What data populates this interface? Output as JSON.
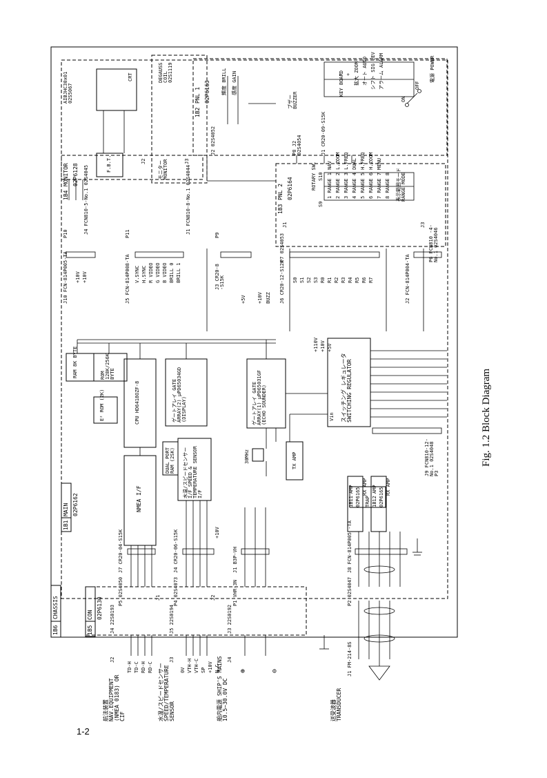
{
  "caption": "Fig. 1.2 Block Diagram",
  "page_number": "1-2",
  "units": {
    "chassis": "CHASSIS",
    "chassis_id": "1B6",
    "main": {
      "id": "1B1",
      "label": "MAIN",
      "pcb": "02P6162"
    },
    "con": {
      "id": "1B5",
      "label": "CON",
      "pcb": "02P6130"
    },
    "monitor": {
      "id": "1B4",
      "label": "MONITOR",
      "pcb": "02P6128"
    },
    "pnl1": {
      "id": "1B2",
      "label": "PNL 1",
      "pcb": "02P6163"
    },
    "pnl2": {
      "id": "1B3",
      "label": "PNL 2",
      "pcb": "02P6164"
    },
    "amp1": {
      "id": "1B11",
      "label": "AMP",
      "pcb": "02P6165"
    },
    "amp2": {
      "id": "1B12",
      "label": "AMP",
      "pcb": "02P6165"
    }
  },
  "blocks": {
    "ram": "RAM 8K BYTE",
    "rom": "ROM 128K/256K BYTE",
    "e2rom": "E² ROM (2K)",
    "cpu": "CPU HD6418OZF-8",
    "gate2": "ゲートアレイ GATE ARRAY(2) μPD65034GD (DISPLAY)",
    "gate1": "ゲートアレイ GATE ARRAY(1) μPD65031GF (ECHO SOUNDER)",
    "nmea": "NMEA I/F",
    "dualport": "DUAL PORT RAM (2SK)",
    "speed": "水温/スピードセンサーI/F SPEED & TEMPERATURE SENSOR I/F",
    "xtal": "30MHz",
    "txamp": "TX AMP",
    "rxamp": "RX AMP",
    "trap": "TRAP",
    "regulator": "スイッチング レギュレータ SWITCHING REGULATOR",
    "vin": "Vin",
    "fbt": "F.B.T.",
    "crt": "CRT",
    "deflection": "AIBJHC30x01 02S5067",
    "degauss": "DEGAUSS COIL 02S1119",
    "monitor_jp": "モニター MONITOR",
    "buzzer": "ブザー BUZZER",
    "brill": "輝度 BRILL",
    "gain": "感度 GAIN",
    "keyboard": "KEY BOARD",
    "power": "電源 POWER",
    "on": "ON",
    "off": "OFF",
    "rotary": "ROTARY SW.",
    "range_mode": "表示範囲モード RANGE MODE"
  },
  "keyboard_keys": [
    "−",
    "+",
    "拡大 ZOOM",
    "オート AUTO",
    "シフト SIG LEV",
    "アラーム ALARM"
  ],
  "rotary_positions": [
    "1 RANGE 1 NAV",
    "2 RANGE 2 L.ZOOM",
    "3 RANGE 3 L.FREQ",
    "4 RANGE 4 DUAL",
    "5 RANGE 5 H.FREQ",
    "6 RANGE 6 H.ZOOM",
    "7 RANGE 7 MENU",
    "8 RANGE 8"
  ],
  "rotary_switches": [
    "S9",
    "S10"
  ],
  "connectors": {
    "j7": "J7 CR20-04-S15K",
    "j4": "J4 CR20-06-S15K",
    "j1main": "J1 B3P-VH",
    "j8": "J8 FCN-814P005 -TA",
    "j9": "J9 FCN810-12-No.1 02S4048 P3",
    "j10": "J10 FCN-814P005-TA",
    "j5": "J5 FCN-814P008-TA",
    "j3": "J3 CR20-8 -S15K",
    "j6": "J6 CR20-12-S12K",
    "j2main": "J2 FCN-814P004-TA",
    "p5": "P5 02S4050",
    "p4": "P4 02S4073",
    "p1": "P1 VHR-3N",
    "p2": "P2 02S4047",
    "p10": "P10",
    "p11": "P11",
    "p9": "P9",
    "p7": "P7 02S4053",
    "p6": "P6 FCN810 -4-No.1 02S4046",
    "mon_j4": "J4 FCN810-5-No.1 02S4045",
    "mon_j1": "J1 FCN810-8-No.1 02S4044",
    "mon_j2": "J2",
    "mon_j3": "J3",
    "pnl_j2": "J2 02S4052",
    "pnl_j1": "J1 CR20-09-S15K",
    "pnl_p8": "P8 J2 02S4054",
    "pnl2_j1": "J1",
    "pnl2_j3": "J3",
    "con_j1": "J1",
    "con_j2": "J2",
    "con_j4": "J4 22S0193",
    "con_j5": "J5 22S0194",
    "con_j3": "J3 22S0192",
    "ext_j2": "J2",
    "ext_j3": "J3",
    "ext_j4": "J4",
    "ext_j1": "J1 FM-214-8S"
  },
  "signals": {
    "j10": [
      "+10V",
      "+10V"
    ],
    "j5": [
      "V.SYNC",
      "H.SYNC",
      "R VIDEO",
      "G VIDEO",
      "B VIDEO",
      "BRILL 0",
      "BRILL 1"
    ],
    "j6": [
      "S0",
      "S1",
      "S2",
      "S3",
      "R0",
      "R1",
      "R2",
      "R3",
      "R4",
      "R5",
      "R6",
      "R7"
    ],
    "j3": [
      "+5V",
      "+10V",
      "BUZZ"
    ],
    "regulator_out": [
      "+110V",
      "+10V",
      "+5V"
    ],
    "nav": [
      "TD-H",
      "TD-C",
      "RD-H",
      "RD-C"
    ],
    "sensor": [
      "0V",
      "VTH-H",
      "VTH-C",
      "SP",
      "+10V",
      "N.C"
    ],
    "power_in": [
      "⊕",
      "⊖"
    ],
    "j4main": "+10V"
  },
  "external": {
    "nav": "航法装置 NAV.EQUIPMENT (NMEA 0183) OR CIF",
    "sensor": "水温/スピードセンサー SPEED/TEMPERATURE SENSOR",
    "mains": "船内電源 SHIP'S MAINS 10.5~30.0V DC",
    "transducer": "送受波器 TRANSDUCER"
  }
}
